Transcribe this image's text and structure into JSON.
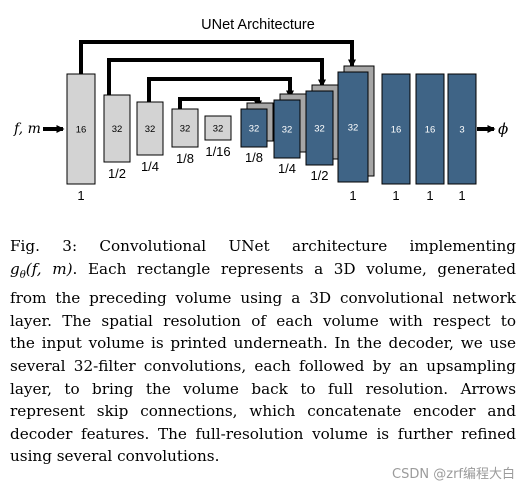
{
  "figure": {
    "title": "UNet Architecture",
    "input_label": "f, m",
    "output_label": "ϕ",
    "encoder_blocks": [
      {
        "channels": "16",
        "resolution": "1"
      },
      {
        "channels": "32",
        "resolution": "1/2"
      },
      {
        "channels": "32",
        "resolution": "1/4"
      },
      {
        "channels": "32",
        "resolution": "1/8"
      },
      {
        "channels": "32",
        "resolution": "1/16"
      }
    ],
    "decoder_blocks": [
      {
        "channels": "32",
        "resolution": "1/8"
      },
      {
        "channels": "32",
        "resolution": "1/4"
      },
      {
        "channels": "32",
        "resolution": "1/2"
      },
      {
        "channels": "32",
        "resolution": "1"
      }
    ],
    "refine_blocks": [
      {
        "channels": "16",
        "resolution": "1"
      },
      {
        "channels": "16",
        "resolution": "1"
      },
      {
        "channels": "3",
        "resolution": "1"
      }
    ],
    "colors": {
      "encoder_fill": "#d3d3d3",
      "decoder_fill": "#3f6486",
      "skip_fill": "#a6a6a6",
      "stroke": "#000000"
    }
  },
  "caption": {
    "lines": [
      "Fig.   3:   Convolutional   UNet   architecture   implementing",
      "g_θ(f, m). Each rectangle represents a 3D volume, generated",
      "from the preceding volume using a 3D convolutional network",
      "layer. The spatial resolution of each volume with respect to",
      "the input volume is printed underneath. In the decoder, we use",
      "several 32-filter convolutions, each followed by an upsampling",
      "layer, to bring the volume back to full resolution. Arrows",
      "represent skip connections, which concatenate encoder and",
      "decoder features. The full-resolution volume is further refined",
      "using several convolutions."
    ]
  },
  "watermark": "CSDN @zrf编程大白"
}
